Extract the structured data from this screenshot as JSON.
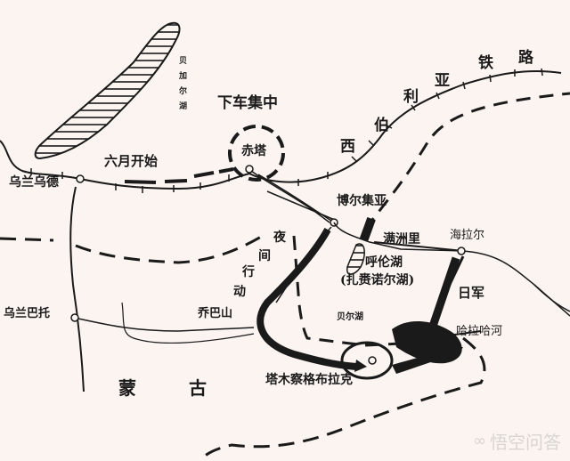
{
  "map": {
    "title": "",
    "background": "#fbf4f0",
    "ink": "#1a1a1a",
    "labels": {
      "lake_baikal": [
        "贝",
        "加",
        "尔",
        "湖"
      ],
      "regroup": "下车集中",
      "railway_chars": [
        "西",
        "伯",
        "利",
        "亚",
        "铁",
        "路"
      ],
      "june_start": "六月开始",
      "chita": "赤塔",
      "ulan_ude": "乌兰乌德",
      "borzya": "博尔集亚",
      "manzhouli": "满洲里",
      "hailar": "海拉尔",
      "night_march": [
        "夜",
        "间",
        "行",
        "动"
      ],
      "hulun_lake": "呼伦湖",
      "hulun_lake_alt": "(扎赉诺尔湖)",
      "japanese_army": "日军",
      "ulan_bator": "乌兰巴托",
      "choibalsan": "乔巴山",
      "buir_lake": "贝尔湖",
      "khalkhin_gol": "哈拉哈河",
      "mongolia": [
        "蒙",
        "古"
      ],
      "tamsag_bulag": "塔木察格布拉克"
    },
    "watermark": {
      "icon": "wukong-logo-icon",
      "text": "悟空问答"
    }
  }
}
